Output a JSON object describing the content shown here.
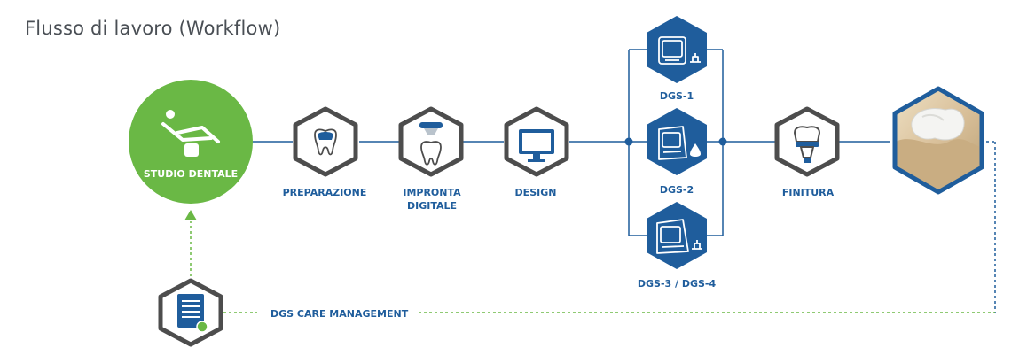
{
  "title": "Flusso di lavoro (Workflow)",
  "colors": {
    "primary_blue": "#1f5d9c",
    "hex_border": "#4d4d4d",
    "green": "#6ab845",
    "line": "#1f5d9c"
  },
  "nodes": {
    "studio": {
      "label": "STUDIO DENTALE",
      "icon": "dental-chair-icon"
    },
    "preparazione": {
      "label": "PREPARAZIONE",
      "icon": "tooth-icon"
    },
    "impronta": {
      "label_line1": "IMPRONTA",
      "label_line2": "DIGITALE",
      "icon": "intraoral-scanner-icon"
    },
    "design": {
      "label": "DESIGN",
      "icon": "monitor-icon"
    },
    "dgs1": {
      "label": "DGS-1",
      "icon": "milling-machine-icon"
    },
    "dgs2": {
      "label": "DGS-2",
      "icon": "milling-machine-icon"
    },
    "dgs34": {
      "label": "DGS-3 / DGS-4",
      "icon": "milling-machine-icon"
    },
    "finitura": {
      "label": "FINITURA",
      "icon": "crown-icon"
    },
    "result": {
      "icon": "dental-model-icon"
    },
    "care": {
      "label": "DGS CARE MANAGEMENT",
      "icon": "document-icon"
    }
  }
}
